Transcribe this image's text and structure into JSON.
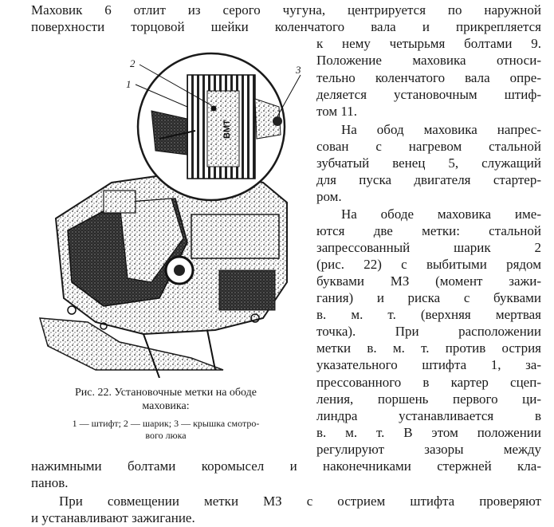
{
  "text_top": [
    "Маховик 6 отлит из серого чугуна, центрируется по наружной",
    "поверхности торцовой шейки коленчатого вала и прикрепляется"
  ],
  "text_column": [
    "к нему четырьмя болтами 9.",
    "Положение маховика относи-",
    "тельно коленчатого вала опре-",
    "деляется установочным штиф-",
    "том 11.",
    "На обод маховика напрес-",
    "сован с нагревом стальной",
    "зубчатый венец 5, служащий",
    "для пуска двигателя стартер-",
    "ром.",
    "На ободе маховика име-",
    "ются две метки: стальной",
    "запрессованный шарик 2",
    "(рис. 22) с выбитыми рядом",
    "буквами МЗ (момент зажи-",
    "гания) и риска с буквами",
    "в. м. т. (верхняя мертвая",
    "точка). При расположении",
    "метки в. м. т. против острия",
    "указательного штифта 1, за-",
    "прессованного в картер сцеп-",
    "ления, поршень первого ци-",
    "линдра устанавливается в",
    "в. м. т. В этом положении",
    "регулируют зазоры между"
  ],
  "text_bottom": [
    "нажимными болтами коромысел и наконечниками стержней кла-",
    "панов.",
    "При совмещении метки МЗ с острием штифта проверяют",
    "и устанавливают зажигание."
  ],
  "figure": {
    "callouts": [
      "1",
      "2",
      "3"
    ],
    "mark_letters": "ВМТ"
  },
  "caption": {
    "title": "Рис. 22. Установочные метки на ободе",
    "title_cont": "маховика:",
    "legend_1": "1 — штифт; 2 — шарик; 3 — крышка смотро-",
    "legend_2": "вого люка"
  }
}
